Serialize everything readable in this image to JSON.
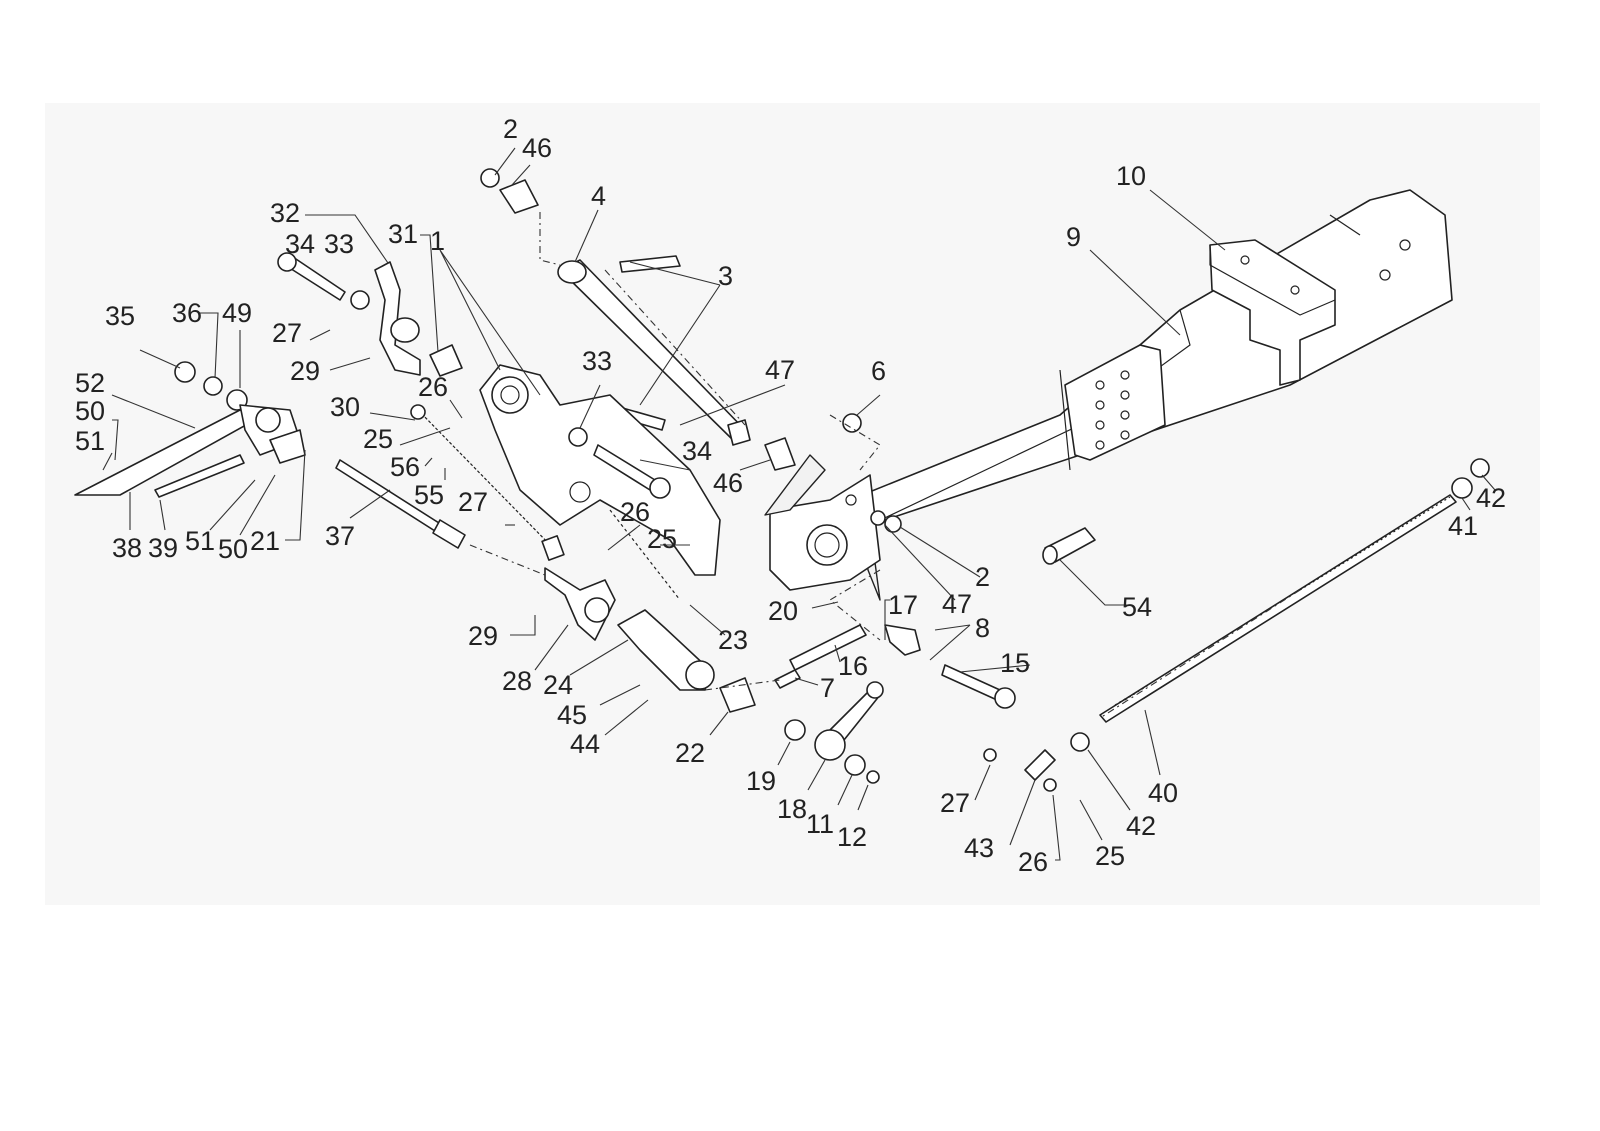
{
  "labels": [
    {
      "id": "l-2a",
      "text": "2"
    },
    {
      "id": "l-46a",
      "text": "46"
    },
    {
      "id": "l-4",
      "text": "4"
    },
    {
      "id": "l-10",
      "text": "10"
    },
    {
      "id": "l-9",
      "text": "9"
    },
    {
      "id": "l-32",
      "text": "32"
    },
    {
      "id": "l-34a",
      "text": "34"
    },
    {
      "id": "l-33a",
      "text": "33"
    },
    {
      "id": "l-31",
      "text": "31"
    },
    {
      "id": "l-1",
      "text": "1"
    },
    {
      "id": "l-3",
      "text": "3"
    },
    {
      "id": "l-35",
      "text": "35"
    },
    {
      "id": "l-36",
      "text": "36"
    },
    {
      "id": "l-49",
      "text": "49"
    },
    {
      "id": "l-27a",
      "text": "27"
    },
    {
      "id": "l-29a",
      "text": "29"
    },
    {
      "id": "l-33b",
      "text": "33"
    },
    {
      "id": "l-47a",
      "text": "47"
    },
    {
      "id": "l-6",
      "text": "6"
    },
    {
      "id": "l-52",
      "text": "52"
    },
    {
      "id": "l-26a",
      "text": "26"
    },
    {
      "id": "l-50a",
      "text": "50"
    },
    {
      "id": "l-30",
      "text": "30"
    },
    {
      "id": "l-51a",
      "text": "51"
    },
    {
      "id": "l-25a",
      "text": "25"
    },
    {
      "id": "l-34b",
      "text": "34"
    },
    {
      "id": "l-56",
      "text": "56"
    },
    {
      "id": "l-55",
      "text": "55"
    },
    {
      "id": "l-46b",
      "text": "46"
    },
    {
      "id": "l-27b",
      "text": "27"
    },
    {
      "id": "l-26b",
      "text": "26"
    },
    {
      "id": "l-25b",
      "text": "25"
    },
    {
      "id": "l-37",
      "text": "37"
    },
    {
      "id": "l-38",
      "text": "38"
    },
    {
      "id": "l-39",
      "text": "39"
    },
    {
      "id": "l-51b",
      "text": "51"
    },
    {
      "id": "l-50b",
      "text": "50"
    },
    {
      "id": "l-21",
      "text": "21"
    },
    {
      "id": "l-2b",
      "text": "2"
    },
    {
      "id": "l-47b",
      "text": "47"
    },
    {
      "id": "l-42a",
      "text": "42"
    },
    {
      "id": "l-41",
      "text": "41"
    },
    {
      "id": "l-54",
      "text": "54"
    },
    {
      "id": "l-20",
      "text": "20"
    },
    {
      "id": "l-17",
      "text": "17"
    },
    {
      "id": "l-8",
      "text": "8"
    },
    {
      "id": "l-15",
      "text": "15"
    },
    {
      "id": "l-29b",
      "text": "29"
    },
    {
      "id": "l-23",
      "text": "23"
    },
    {
      "id": "l-16",
      "text": "16"
    },
    {
      "id": "l-28",
      "text": "28"
    },
    {
      "id": "l-24",
      "text": "24"
    },
    {
      "id": "l-7",
      "text": "7"
    },
    {
      "id": "l-45",
      "text": "45"
    },
    {
      "id": "l-44",
      "text": "44"
    },
    {
      "id": "l-22",
      "text": "22"
    },
    {
      "id": "l-19",
      "text": "19"
    },
    {
      "id": "l-18",
      "text": "18"
    },
    {
      "id": "l-11",
      "text": "11"
    },
    {
      "id": "l-12",
      "text": "12"
    },
    {
      "id": "l-40",
      "text": "40"
    },
    {
      "id": "l-27c",
      "text": "27"
    },
    {
      "id": "l-42b",
      "text": "42"
    },
    {
      "id": "l-43",
      "text": "43"
    },
    {
      "id": "l-26c",
      "text": "26"
    },
    {
      "id": "l-25c",
      "text": "25"
    }
  ]
}
